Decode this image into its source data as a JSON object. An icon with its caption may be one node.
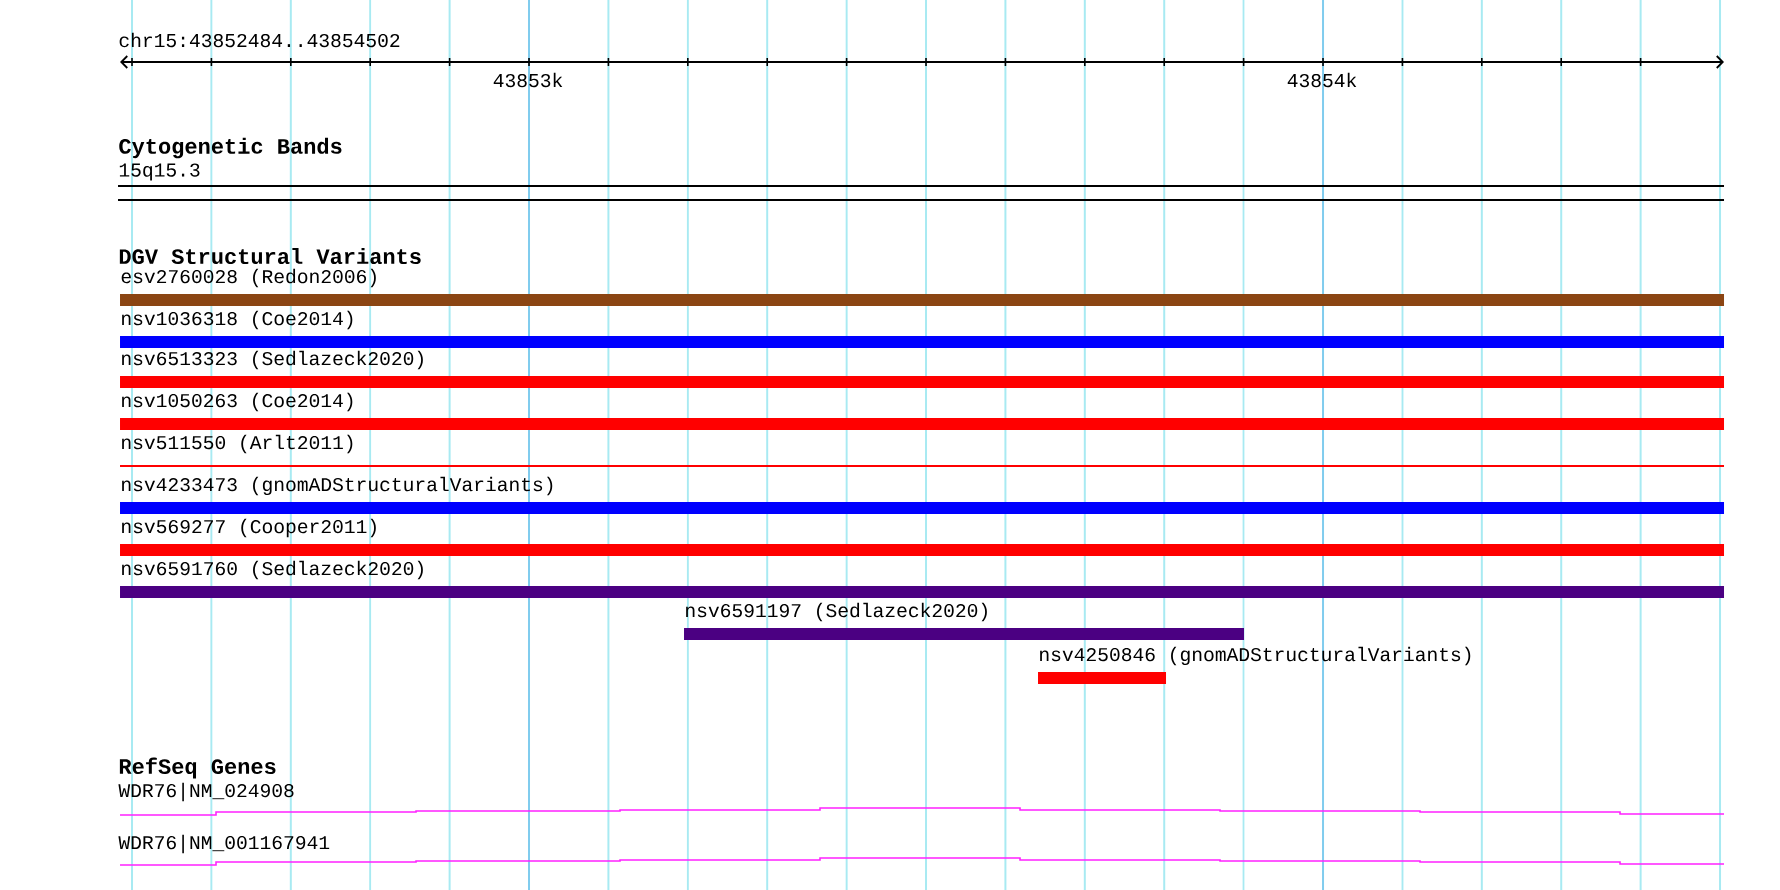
{
  "diagram": {
    "labels": [
      "chr15:43852484..43854502",
      "43853k",
      "43854k",
      "Cytogenetic Bands",
      "15q15.3",
      "DGV Structural Variants",
      "esv2760028 (Redon2006)",
      "nsv1036318 (Coe2014)",
      "nsv6513323 (Sedlazeck2020)",
      "nsv1050263 (Coe2014)",
      "nsv511550 (Arlt2011)",
      "nsv4233473 (gnomADStructuralVariants)",
      "nsv569277 (Cooper2011)",
      "nsv6591760 (Sedlazeck2020)",
      "nsv6591197 (Sedlazeck2020)",
      "nsv4250846 (gnomADStructuralVariants)",
      "RefSeq Genes",
      "WDR76|NM_024908",
      "WDR76|NM_001167941"
    ]
  }
}
